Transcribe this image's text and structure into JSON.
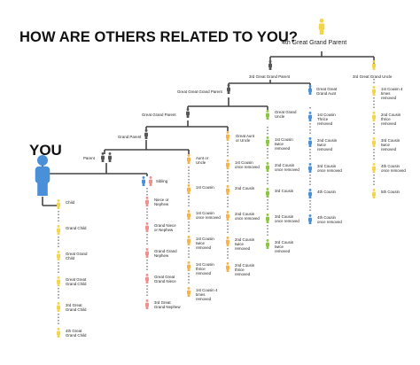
{
  "title": "HOW ARE OTHERS RELATED TO YOU?",
  "you_label": "YOU",
  "top_ancestor_label": "4th Great Grand Parent",
  "colors": {
    "you": "#4a90d9",
    "ancestor": "#555555",
    "descendant": "#f2d54a",
    "sibling_line": "#ef8f8f",
    "parent_sibling_line": "#f7b24a",
    "grandparent_sibling_line": "#8cc63f",
    "great_grandparent_sibling_line": "#4a90d9",
    "line": "#444444"
  },
  "nodes": {
    "gg_gp": "3rd Great Grand Parent",
    "ggg_uncle": "3rd Great Grand Uncle",
    "g_gp": "Great Great Grand Parent",
    "gg_aunt": "Great Great Grand Aunt",
    "great_gp": "Great Grand Parent",
    "great_grand_uncle": "Great Grand Uncle",
    "grand_parent": "Grand Parent",
    "great_aunt": "Great Aunt or Uncle",
    "parent": "Parent",
    "aunt_uncle": "Aunt or Uncle",
    "sibling": "Sibling"
  },
  "descendants": [
    "Child",
    "Grand Child",
    "Great Grand Child",
    "Great Great Grand Child",
    "3rd Great Grand Child",
    "4th Great Grand Child"
  ],
  "sibling_line": [
    "Niece or Nephew",
    "Grand Niece or Nephew",
    "Grand Grand Nephew",
    "Great Great Grand Niece",
    "3rd Great Grand Nephew"
  ],
  "aunt_line": [
    "1st Cousin",
    "1st Cousin once removed",
    "1st Cousin twice removed",
    "1st Cousin thrice removed",
    "1st Cousin 4 times removed"
  ],
  "great_aunt_line": [
    "1st Cousin once removed",
    "2nd Cousin",
    "2nd Cousin once removed",
    "2nd Cousin twice removed",
    "2nd Cousin thrice removed"
  ],
  "great_grand_uncle_line": [
    "1st Cousin twice removed",
    "2nd Cousin once removed",
    "3rd Cousin",
    "3rd Cousin once removed",
    "3rd Cousin twice removed"
  ],
  "gg_aunt_line": [
    "1st Cousin Thrice removed",
    "2nd Cousin twice removed",
    "3rd Cousin once removed",
    "4th Cousin",
    "4th Cousin once removed"
  ],
  "ggg_uncle_line": [
    "1st Cousin 4 times removed",
    "2nd Cousin thrice removed",
    "3rd Cousin twice removed",
    "4th Cousin once removed",
    "5th Cousin"
  ]
}
